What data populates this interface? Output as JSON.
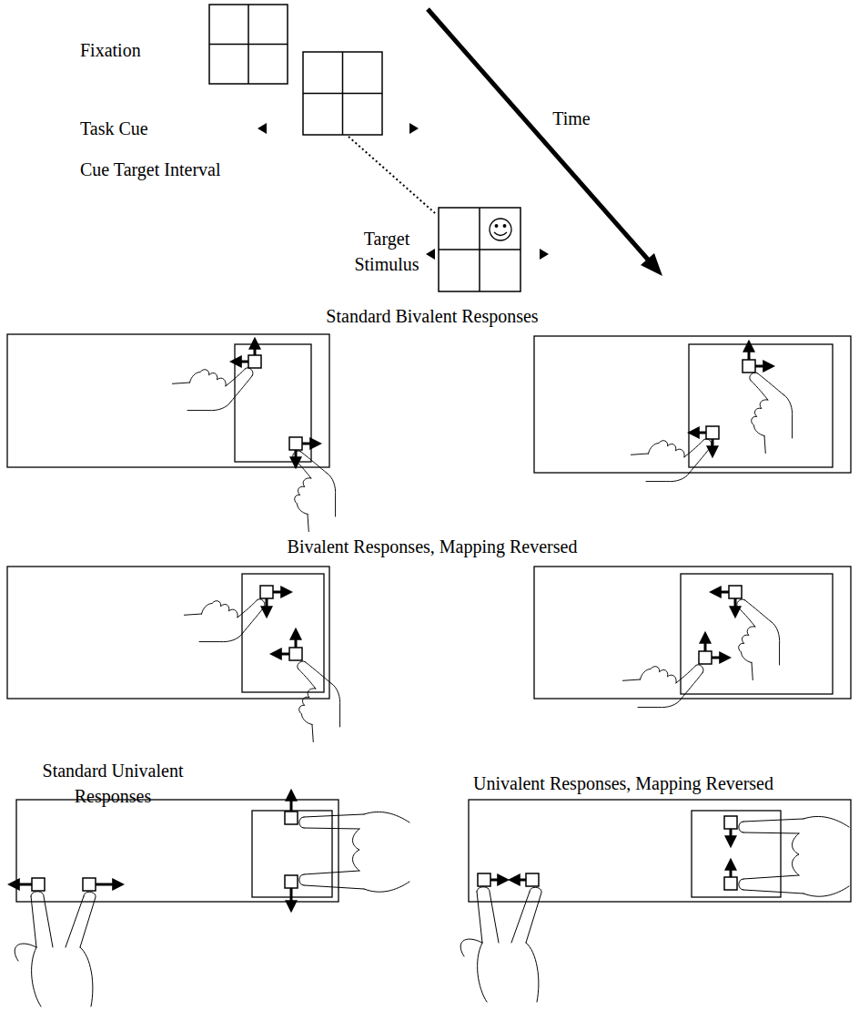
{
  "diagram": {
    "labels": [
      "Fixation",
      "Task Cue",
      "Cue Target Interval",
      "Target Stimulus",
      "Time",
      "Standard Bivalent Responses",
      "Bivalent Responses, Mapping Reversed",
      "Standard Univalent Responses",
      "Univalent Responses, Mapping Reversed"
    ]
  }
}
